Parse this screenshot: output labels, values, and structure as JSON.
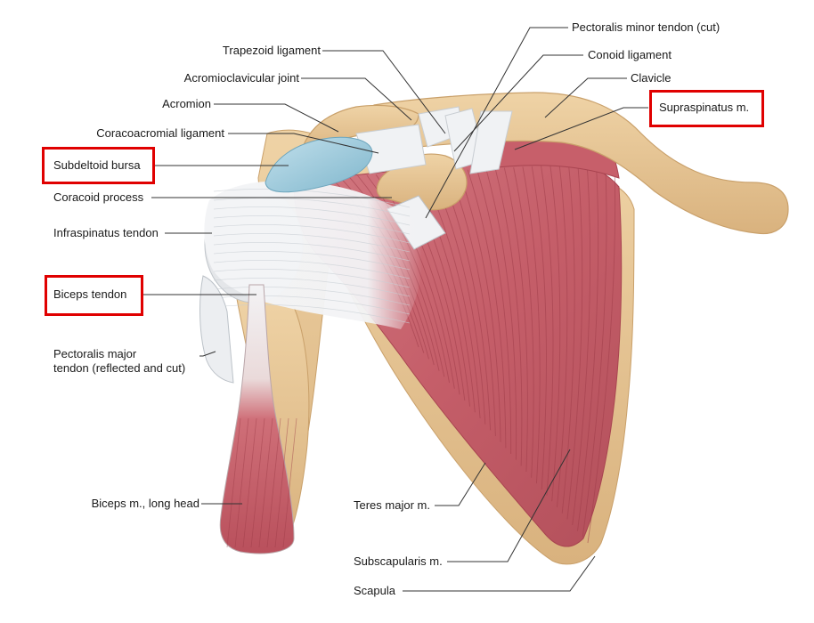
{
  "labels": {
    "trapezoid_ligament": "Trapezoid ligament",
    "acromioclavicular_joint": "Acromioclavicular joint",
    "acromion": "Acromion",
    "coracoacromial_ligament": "Coracoacromial ligament",
    "subdeltoid_bursa": "Subdeltoid bursa",
    "coracoid_process": "Coracoid process",
    "infraspinatus_tendon": "Infraspinatus tendon",
    "biceps_tendon": "Biceps tendon",
    "pectoralis_major_line1": "Pectoralis major",
    "pectoralis_major_line2": "tendon (reflected and cut)",
    "biceps_long_head": "Biceps m., long head",
    "pectoralis_minor_tendon": "Pectoralis minor tendon (cut)",
    "conoid_ligament": "Conoid ligament",
    "clavicle": "Clavicle",
    "supraspinatus": "Supraspinatus m.",
    "teres_major": "Teres major m.",
    "subscapularis": "Subscapularis m.",
    "scapula": "Scapula"
  },
  "highlighted": [
    "Subdeltoid bursa",
    "Biceps tendon",
    "Supraspinatus m."
  ],
  "colors": {
    "bone": "#e7c592",
    "bone_dark": "#c9a06a",
    "muscle": "#c9646e",
    "muscle_dark": "#a84450",
    "tendon": "#eef0f2",
    "bursa": "#9cc9dc",
    "highlight": "#e00000"
  }
}
